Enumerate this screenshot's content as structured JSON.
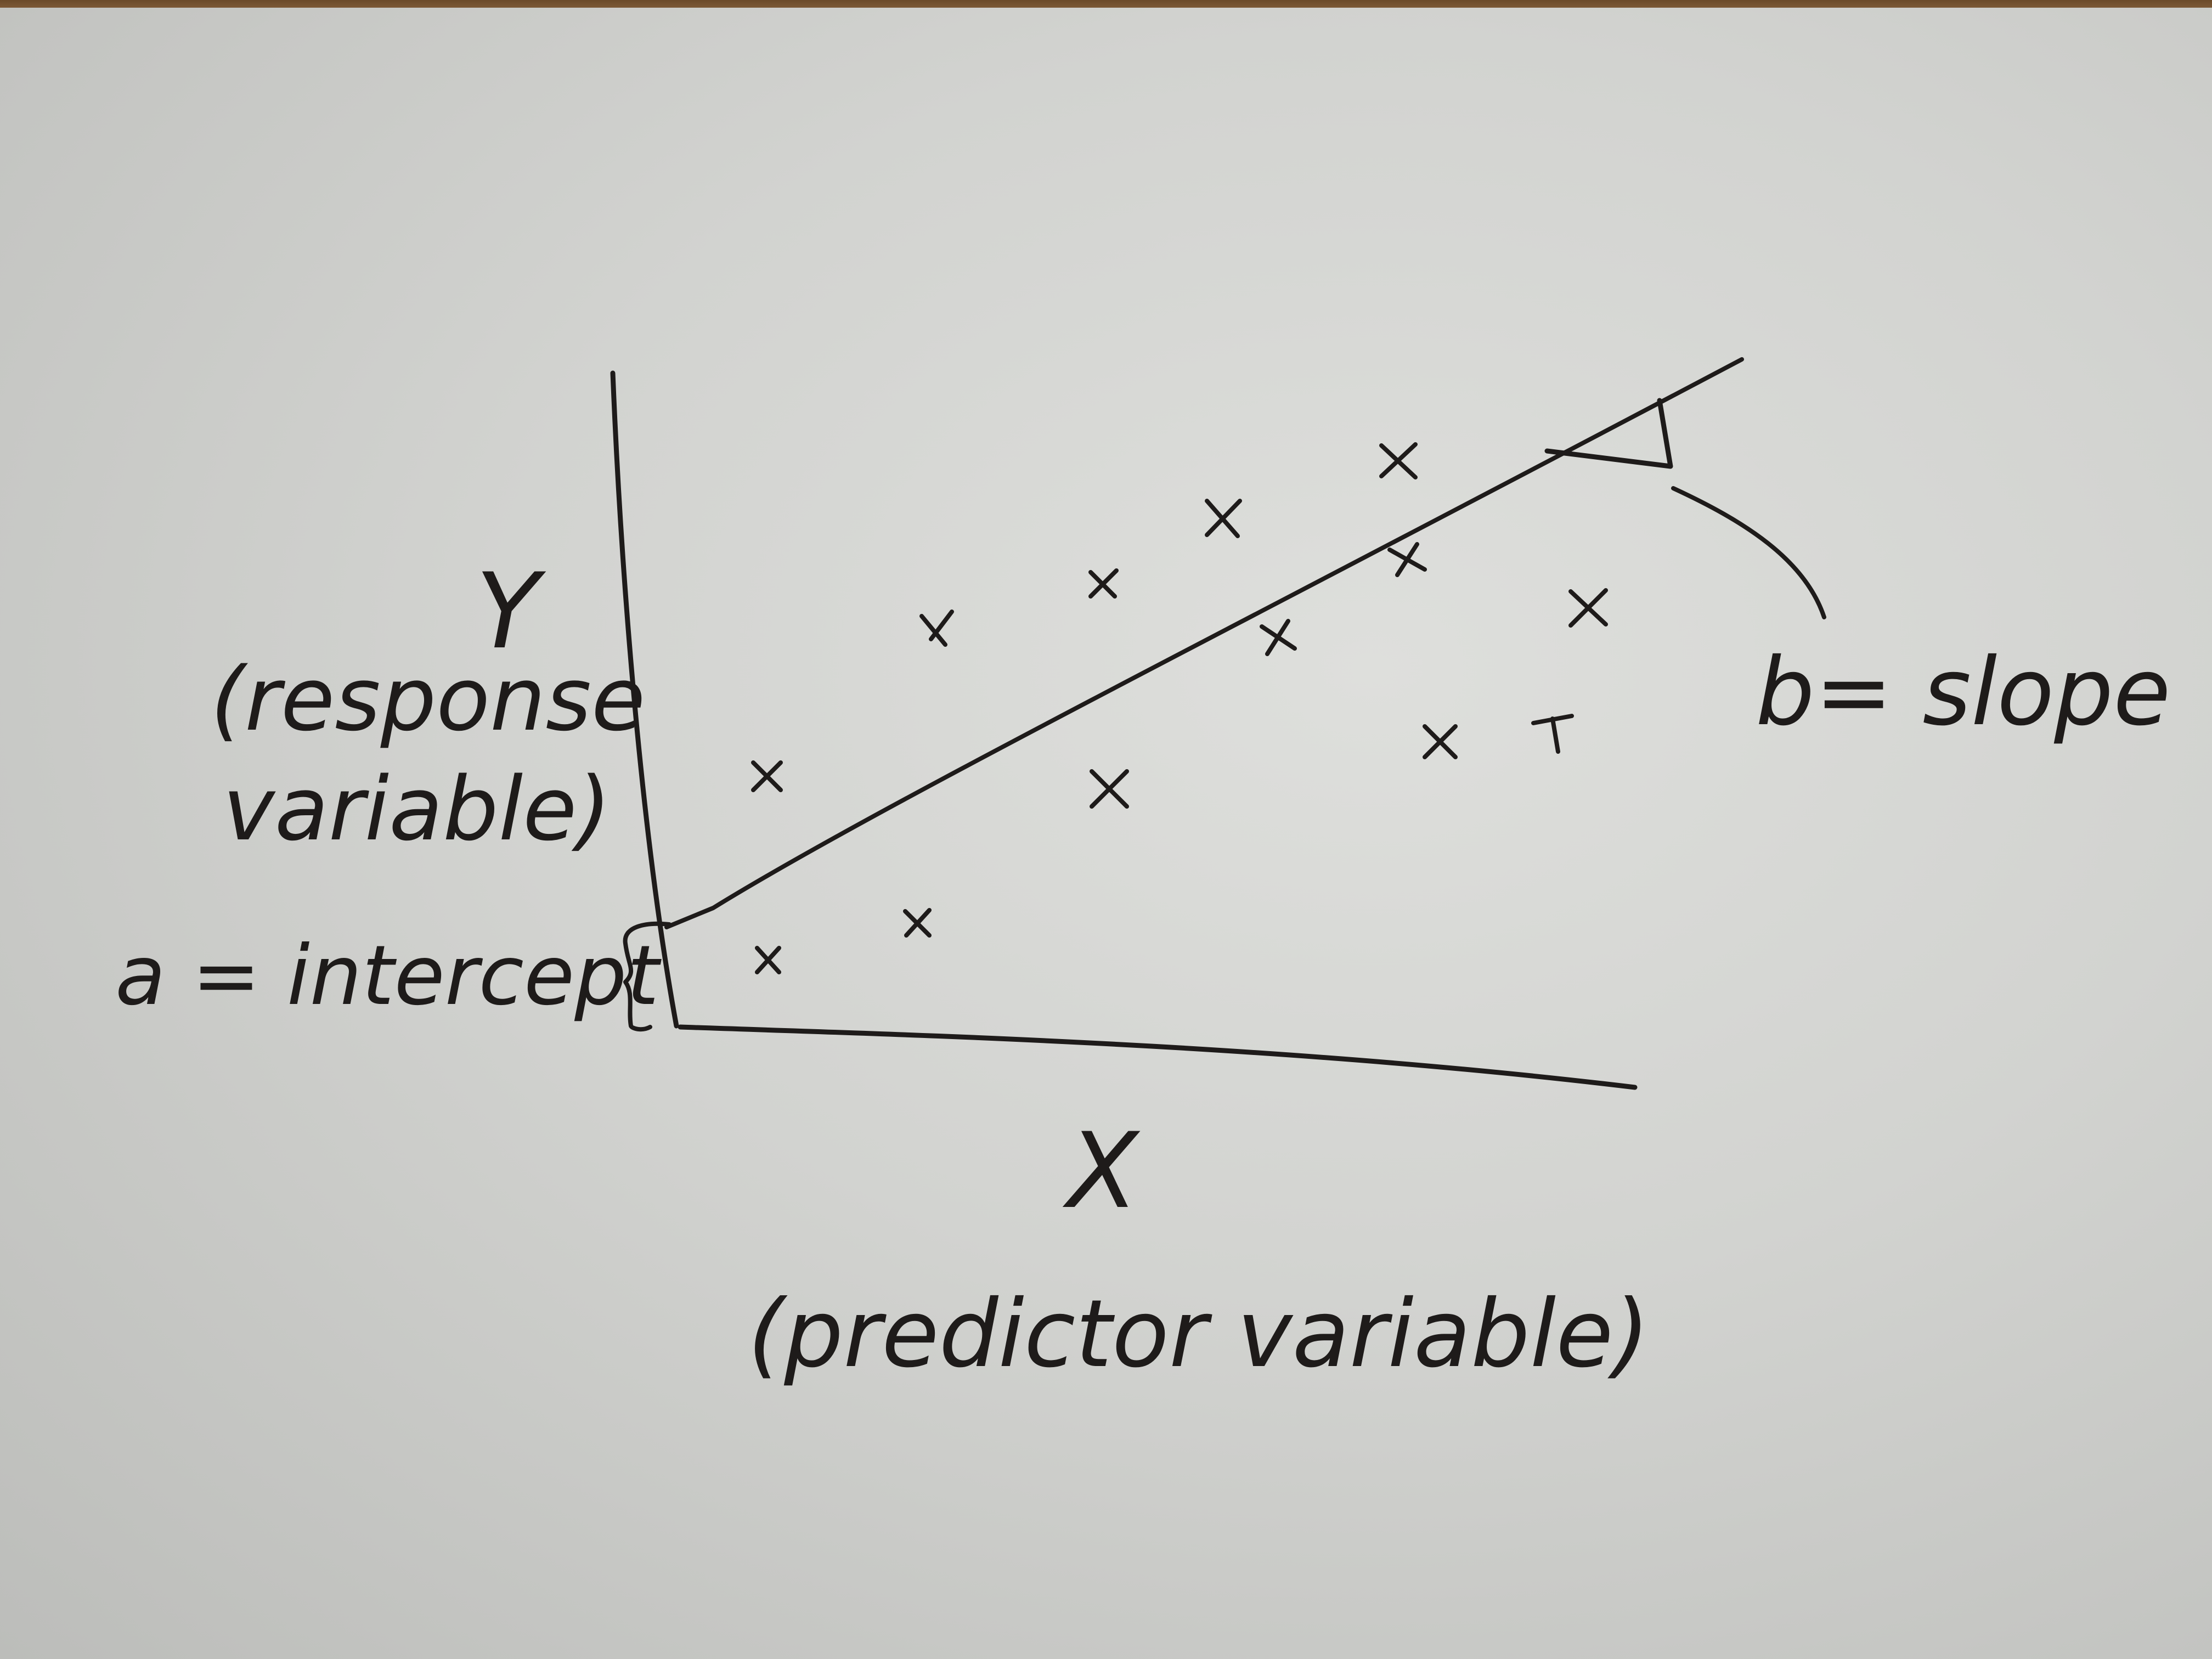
{
  "diagram": {
    "y_axis": {
      "symbol": "Y",
      "label_line1": "(response",
      "label_line2": "variable)"
    },
    "x_axis": {
      "symbol": "X",
      "label": "(predictor variable)"
    },
    "intercept_label": "a = intercept",
    "slope_label": "b= slope",
    "ink_color": "#1e1b1a",
    "paper_color": "#d6d7d4",
    "point_marker": "x"
  }
}
